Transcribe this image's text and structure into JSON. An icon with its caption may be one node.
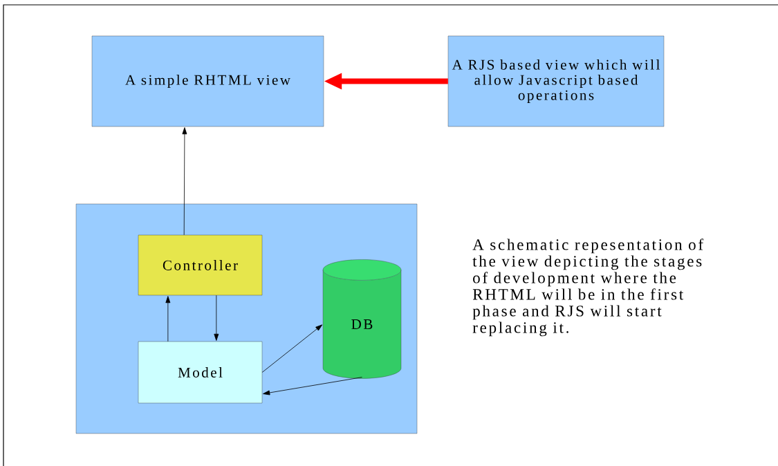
{
  "diagram": {
    "nodes": [
      {
        "text": [
          "A simple RHTML view"
        ]
      },
      {
        "text": [
          "A RJS based view which will allow Javascript based operations"
        ]
      },
      {
        "text": [],
        "shape": "box"
      },
      {
        "text": [
          "Controller"
        ],
        "in": 2
      },
      {
        "text": [
          "DB"
        ],
        "in": 2
      },
      {
        "text": [
          "Model"
        ],
        "in": 2
      }
    ],
    "edges": [
      {
        "from": 1,
        "to": 0,
        "arrow": "to",
        "style": "thick",
        "color": "#ff0000"
      },
      {
        "from": 3,
        "to": 0,
        "arrow": "to"
      },
      {
        "from": 5,
        "to": 3,
        "arrow": "to"
      },
      {
        "from": 3,
        "to": 5,
        "arrow": "to"
      },
      {
        "from": 5,
        "to": 4,
        "arrow": "to"
      },
      {
        "from": 4,
        "to": 5,
        "arrow": "to"
      }
    ],
    "labels": [
      "A schematic repesentation of the view depicting the stages of development where the RHTML will be in the first phase and RJS will start replacing it."
    ]
  }
}
